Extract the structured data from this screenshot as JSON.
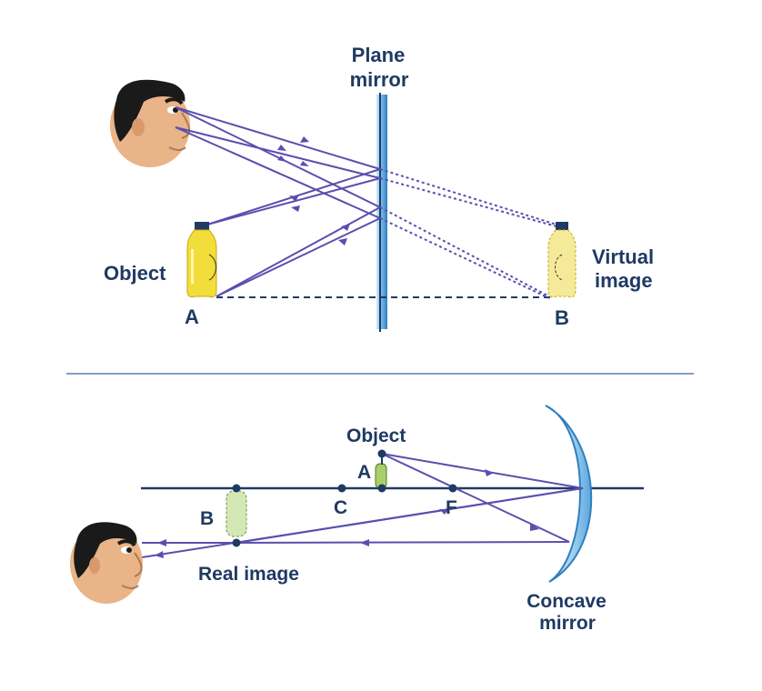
{
  "plane_mirror_panel": {
    "mirror_label_line1": "Plane",
    "mirror_label_line2": "mirror",
    "object_label": "Object",
    "image_label_line1": "Virtual",
    "image_label_line2": "image",
    "point_a": "A",
    "point_b": "B"
  },
  "concave_mirror_panel": {
    "object_label": "Object",
    "point_a": "A",
    "point_b": "B",
    "point_c": "C",
    "point_f": "F",
    "image_label": "Real image",
    "mirror_label_line1": "Concave",
    "mirror_label_line2": "mirror"
  },
  "colors": {
    "ray": "#5a4fae",
    "axis": "#1f3a63",
    "label": "#1f3a63",
    "mirror_fill": "#a9d6f2",
    "mirror_edge": "#2f7fbf",
    "bottle_yellow": "#f3dd3a",
    "bottle_green": "#a8cf6a",
    "skin": "#e9b487",
    "hair": "#1a1a1a"
  }
}
